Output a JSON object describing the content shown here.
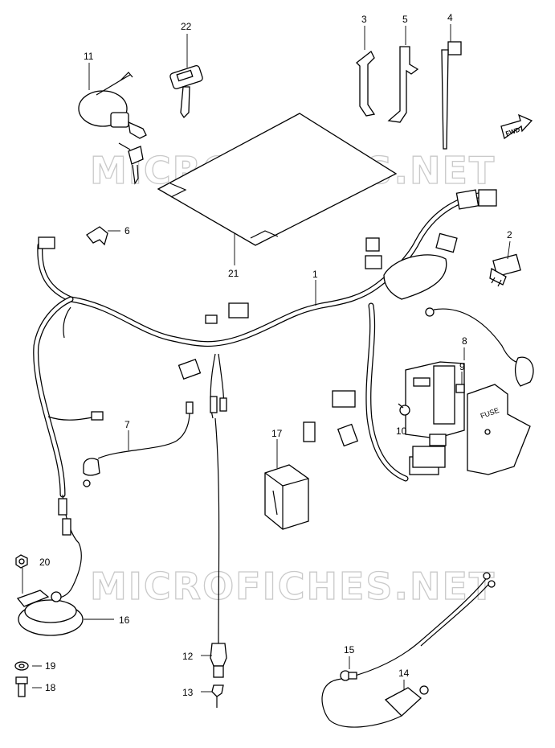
{
  "watermark": "MICROFICHES.NET",
  "fwd_label": "FWD",
  "fuse_box_label": "FUSE",
  "callouts": {
    "c1": "1",
    "c2": "2",
    "c3": "3",
    "c4": "4",
    "c5": "5",
    "c6": "6",
    "c7": "7",
    "c8": "8",
    "c9": "9",
    "c10": "10",
    "c11": "11",
    "c12": "12",
    "c13": "13",
    "c14": "14",
    "c15": "15",
    "c16": "16",
    "c17": "17",
    "c18": "18",
    "c19": "19",
    "c20": "20",
    "c21": "21",
    "c22": "22"
  }
}
